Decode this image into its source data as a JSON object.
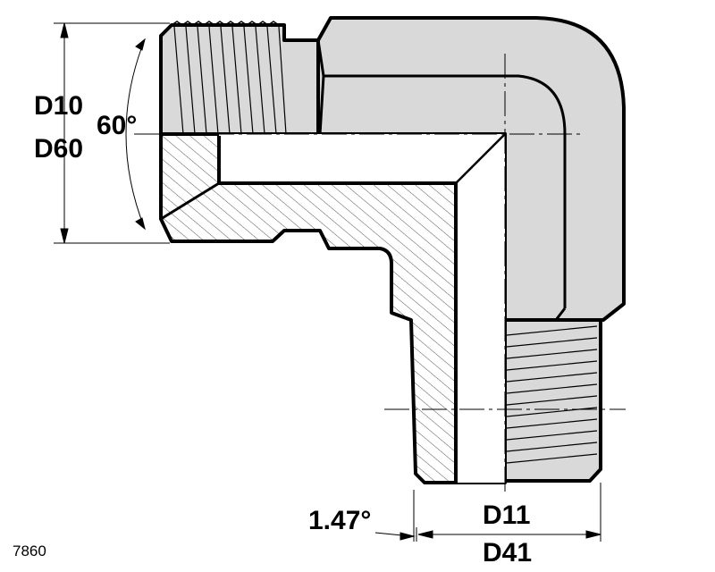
{
  "labels": {
    "thread_left_top": "D10",
    "thread_left_bottom": "D60",
    "cone_angle": "60°",
    "taper_angle": "1.47°",
    "thread_bottom_top": "D11",
    "thread_bottom_bottom": "D41"
  },
  "part_number": "7860",
  "colors": {
    "body_fill": "#d9d9d9",
    "outline": "#000000",
    "hatch": "#555555",
    "background": "#ffffff"
  }
}
